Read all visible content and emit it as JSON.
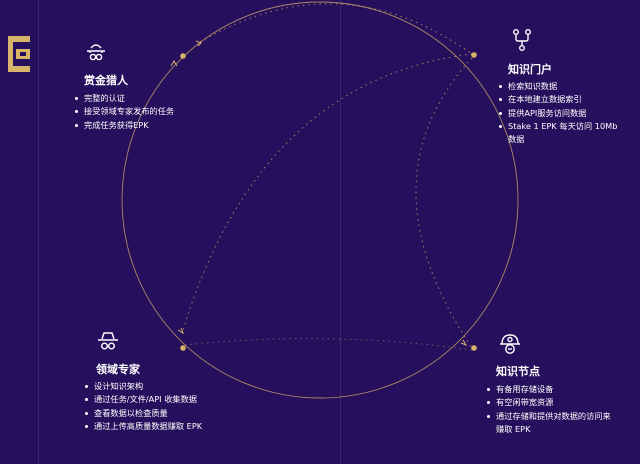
{
  "colors": {
    "background": "#260f5c",
    "accent_gold": "#d8b46a",
    "text": "#ffffff"
  },
  "brand": {
    "logo_icon": "epk-logo-icon"
  },
  "roles": [
    {
      "id": "bounty-hunter",
      "icon": "hunter-hat-icon",
      "title": "赏金猎人",
      "bullets": [
        "完整的认证",
        "接受领域专家发布的任务",
        "完成任务获得EPK"
      ]
    },
    {
      "id": "knowledge-gateway",
      "icon": "network-nodes-icon",
      "title": "知识门户",
      "bullets": [
        "检索知识数据",
        "在本地建立数据索引",
        "提供API服务访问数据",
        "Stake 1 EPK 每天访问 10Mb 数据"
      ]
    },
    {
      "id": "domain-expert",
      "icon": "detective-icon",
      "title": "领域专家",
      "bullets": [
        "设计知识架构",
        "通过任务/文件/API 收集数据",
        "查看数据以检查质量",
        "通过上传高质量数据赚取 EPK"
      ]
    },
    {
      "id": "knowledge-node",
      "icon": "miner-helmet-icon",
      "title": "知识节点",
      "bullets": [
        "有备用存储设备",
        "有空闲带宽资源",
        "通过存储和提供对数据的访问来赚取 EPK"
      ]
    }
  ]
}
